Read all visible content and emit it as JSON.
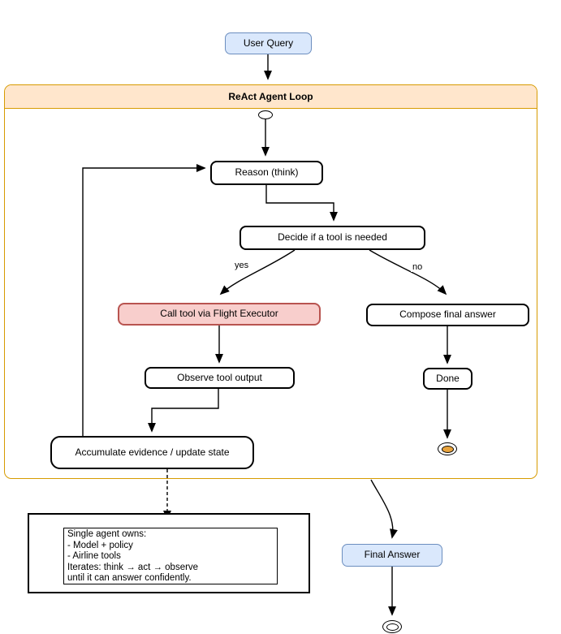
{
  "diagram_title": "ReAct Agent Loop",
  "nodes": {
    "user_query": {
      "label": "User Query"
    },
    "reason": {
      "label": "Reason (think)"
    },
    "decide": {
      "label": "Decide if a tool is needed"
    },
    "call_tool": {
      "label": "Call tool via Flight Executor"
    },
    "observe": {
      "label": "Observe tool output"
    },
    "accumulate": {
      "label": "Accumulate evidence / update state"
    },
    "compose": {
      "label": "Compose final answer"
    },
    "done": {
      "label": "Done"
    },
    "final_answer": {
      "label": "Final Answer"
    }
  },
  "edges": {
    "yes_label": "yes",
    "no_label": "no"
  },
  "note": {
    "lines": [
      "Single agent owns:",
      "- Model + policy",
      "- Airline tools",
      "Iterates: think → act → observe",
      "until it can answer confidently."
    ]
  },
  "colors": {
    "blue_fill": "#dae8fc",
    "blue_stroke": "#6c8ebf",
    "orange_fill": "#ffe6cc",
    "orange_stroke": "#d79b00",
    "pink_fill": "#f8cecc",
    "pink_stroke": "#b85450",
    "gold_fill": "#e8a33d",
    "edge_color": "#000000"
  }
}
